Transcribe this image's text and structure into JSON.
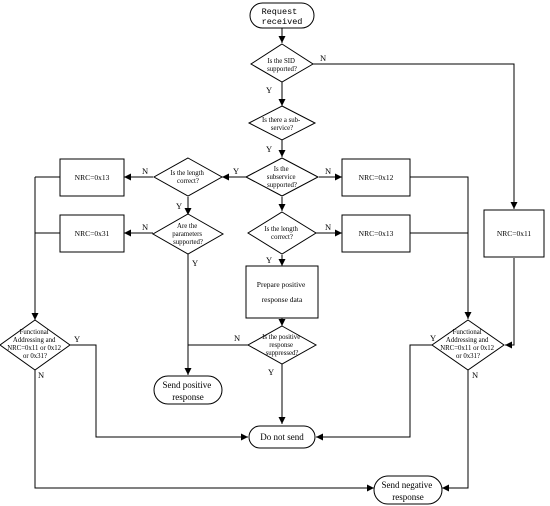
{
  "nodes": {
    "start": [
      "Request",
      "received"
    ],
    "sid_supported": [
      "Is the SID",
      "supported?"
    ],
    "sub_service": [
      "Is there a sub-",
      "service?"
    ],
    "subservice_supported": [
      "Is the",
      "subservice",
      "supported?"
    ],
    "length_left": [
      "Is the length",
      "correct?"
    ],
    "params_supported": [
      "Are the",
      "parameters",
      "supported?"
    ],
    "length_mid": [
      "Is the length",
      "correct?"
    ],
    "prepare": [
      "Prepare positive",
      "response data"
    ],
    "suppressed": [
      "Is the positive",
      "response",
      "suppressed?"
    ],
    "nrc13_left": [
      "NRC=0x13"
    ],
    "nrc31": [
      "NRC=0x31"
    ],
    "nrc12": [
      "NRC=0x12"
    ],
    "nrc13_right": [
      "NRC=0x13"
    ],
    "nrc11": [
      "NRC=0x11"
    ],
    "func_left": [
      "Functional",
      "Addressing and",
      "NRC=0x11 or 0x12",
      "or 0x31?"
    ],
    "func_right": [
      "Functional",
      "Addressing and",
      "NRC=0x11 or 0x12",
      "or 0x31?"
    ],
    "send_positive": [
      "Send positive",
      "response"
    ],
    "do_not_send": [
      "Do not send"
    ],
    "send_negative": [
      "Send negative",
      "response"
    ]
  },
  "edge_labels": {
    "yes": "Y",
    "no": "N"
  }
}
